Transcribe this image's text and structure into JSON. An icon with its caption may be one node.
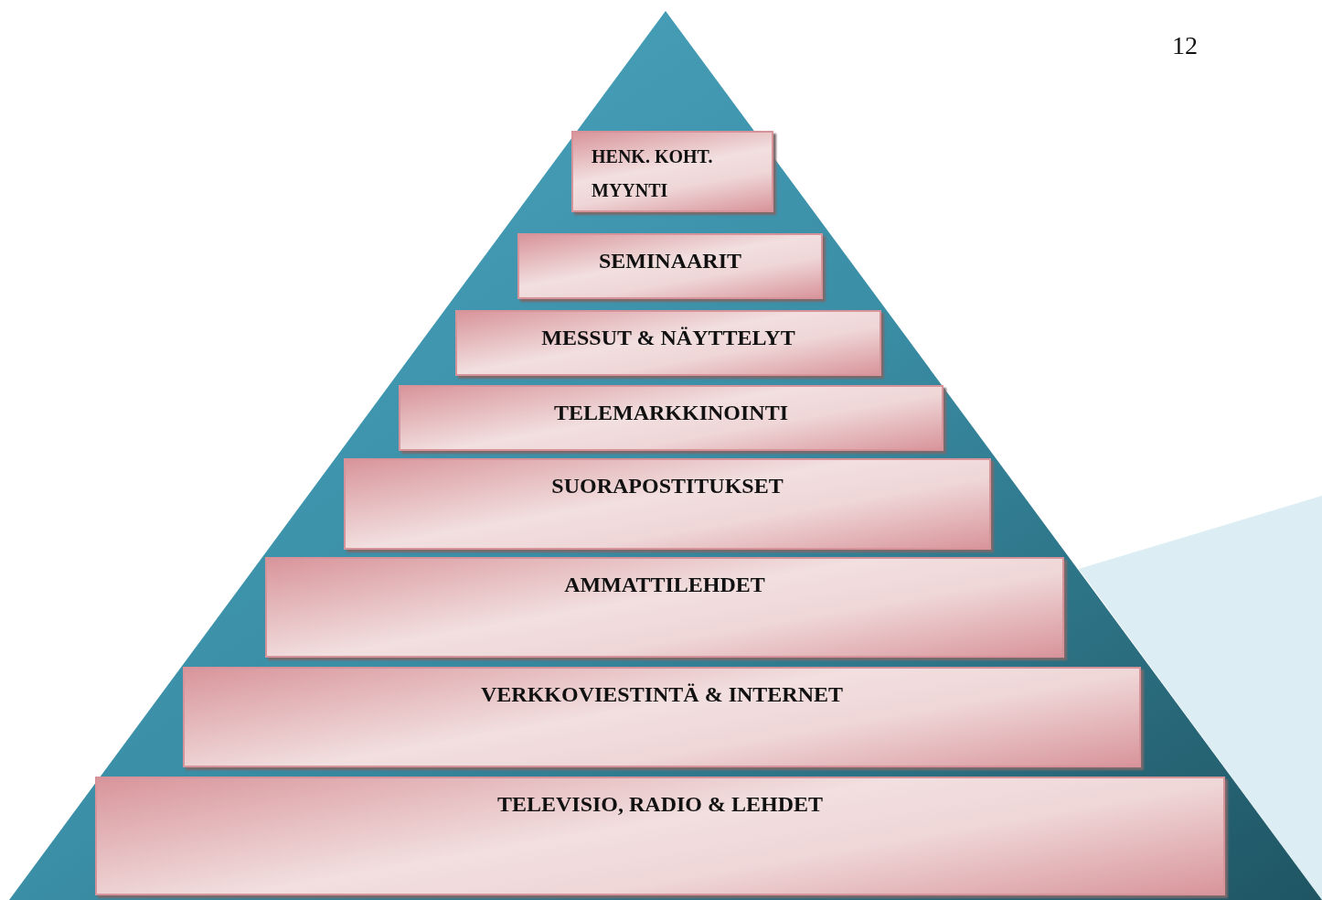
{
  "diagram": {
    "nodes": [
      {
        "text": [
          "HENK. KOHT. MYYNTI"
        ]
      },
      {
        "text": [
          "SEMINAARIT"
        ]
      },
      {
        "text": [
          "MESSUT & NÄYTTELYT"
        ]
      },
      {
        "text": [
          "TELEMARKKINOINTI"
        ]
      },
      {
        "text": [
          "SUORAPOSTITUKSET"
        ]
      },
      {
        "text": [
          "AMMATTILEHDET"
        ]
      },
      {
        "text": [
          "VERKKOVIESTINTÄ & INTERNET"
        ]
      },
      {
        "text": [
          "TELEVISIO, RADIO & LEHDET"
        ]
      }
    ],
    "labels": [
      "12"
    ]
  }
}
